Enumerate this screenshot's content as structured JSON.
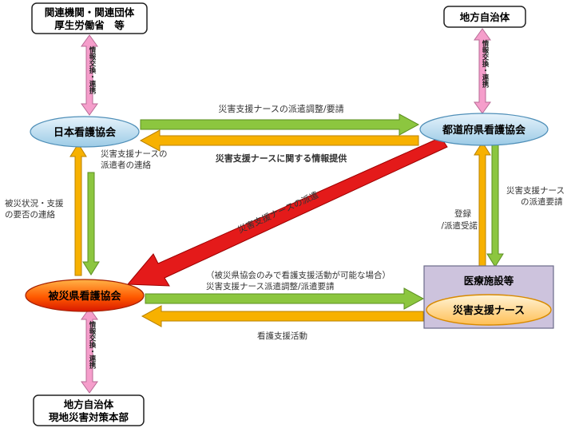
{
  "boxes": {
    "related_orgs_line1": "関連機関・関連団体",
    "related_orgs_line2": "厚生労働省　等",
    "local_gov_top": "地方自治体",
    "local_gov_bottom_line1": "地方自治体",
    "local_gov_bottom_line2": "現地災害対策本部",
    "medical_facility": "医療施設等"
  },
  "nodes": {
    "japan_nursing": "日本看護協会",
    "prefectural_nursing": "都道府県看護協会",
    "affected_nursing": "被災県看護協会",
    "disaster_nurse": "災害支援ナース"
  },
  "labels": {
    "info_exchange": "情報交換・連携",
    "dispatch_request_top": "災害支援ナースの派遣調整/要請",
    "info_provision": "災害支援ナースに関する情報提供",
    "dispatcher_contact_line1": "災害支援ナースの",
    "dispatcher_contact_line2": "派遣者の連絡",
    "damage_status_line1": "被災状況・支援",
    "damage_status_line2": "の要否の連絡",
    "dispatch_diagonal": "災害支援ナースの派遣",
    "registration_line1": "登録",
    "registration_line2": "/派遣受諾",
    "dispatch_request_right_line1": "災害支援ナース",
    "dispatch_request_right_line2": "の派遣要請",
    "affected_only_note": "（被災県協会のみで看護支援活動が可能な場合）",
    "dispatch_request_bottom": "災害支援ナース派遣調整/派遣要請",
    "nursing_activity": "看護支援活動"
  },
  "colors": {
    "green_arrow": "#8cc63f",
    "orange_arrow": "#f7b100",
    "red_arrow": "#e41a1a",
    "pink_arrow": "#f59ecb",
    "blue_node": "#c7e3f2",
    "purple_box": "#cdc3dd"
  }
}
